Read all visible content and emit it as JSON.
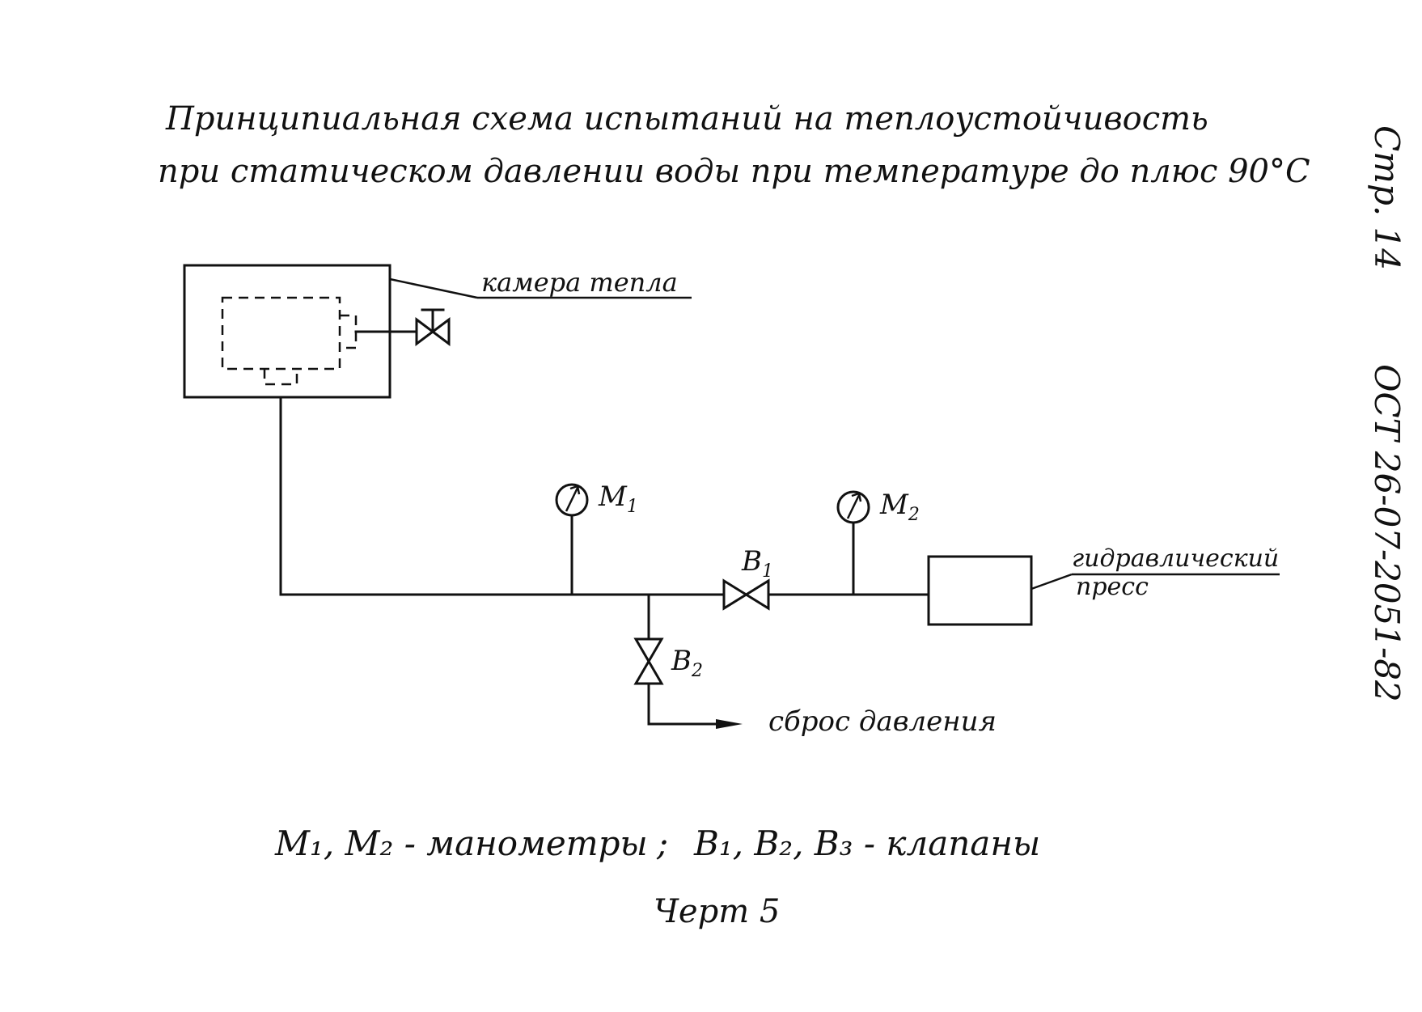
{
  "title": {
    "line1": "Принципиальная схема испытаний на теплоустойчивость",
    "line2": "при статическом давлении воды при температуре до плюс 90°С"
  },
  "margin": {
    "page": "Стр. 14",
    "standard": "ОСТ 26-07-2051-82"
  },
  "labels": {
    "chamber": "камера тепла",
    "press_line1": "гидравлический",
    "press_line2": "пресс",
    "release": "сброс давления",
    "m1": "M",
    "m1_sub": "1",
    "m2": "M",
    "m2_sub": "2",
    "b1": "B",
    "b1_sub": "1",
    "b2": "B",
    "b2_sub": "2"
  },
  "legend": {
    "gauges": "M₁, M₂ - манометры",
    "separator": ";",
    "valves": "B₁, B₂, B₃ - клапаны"
  },
  "caption": "Черт 5"
}
